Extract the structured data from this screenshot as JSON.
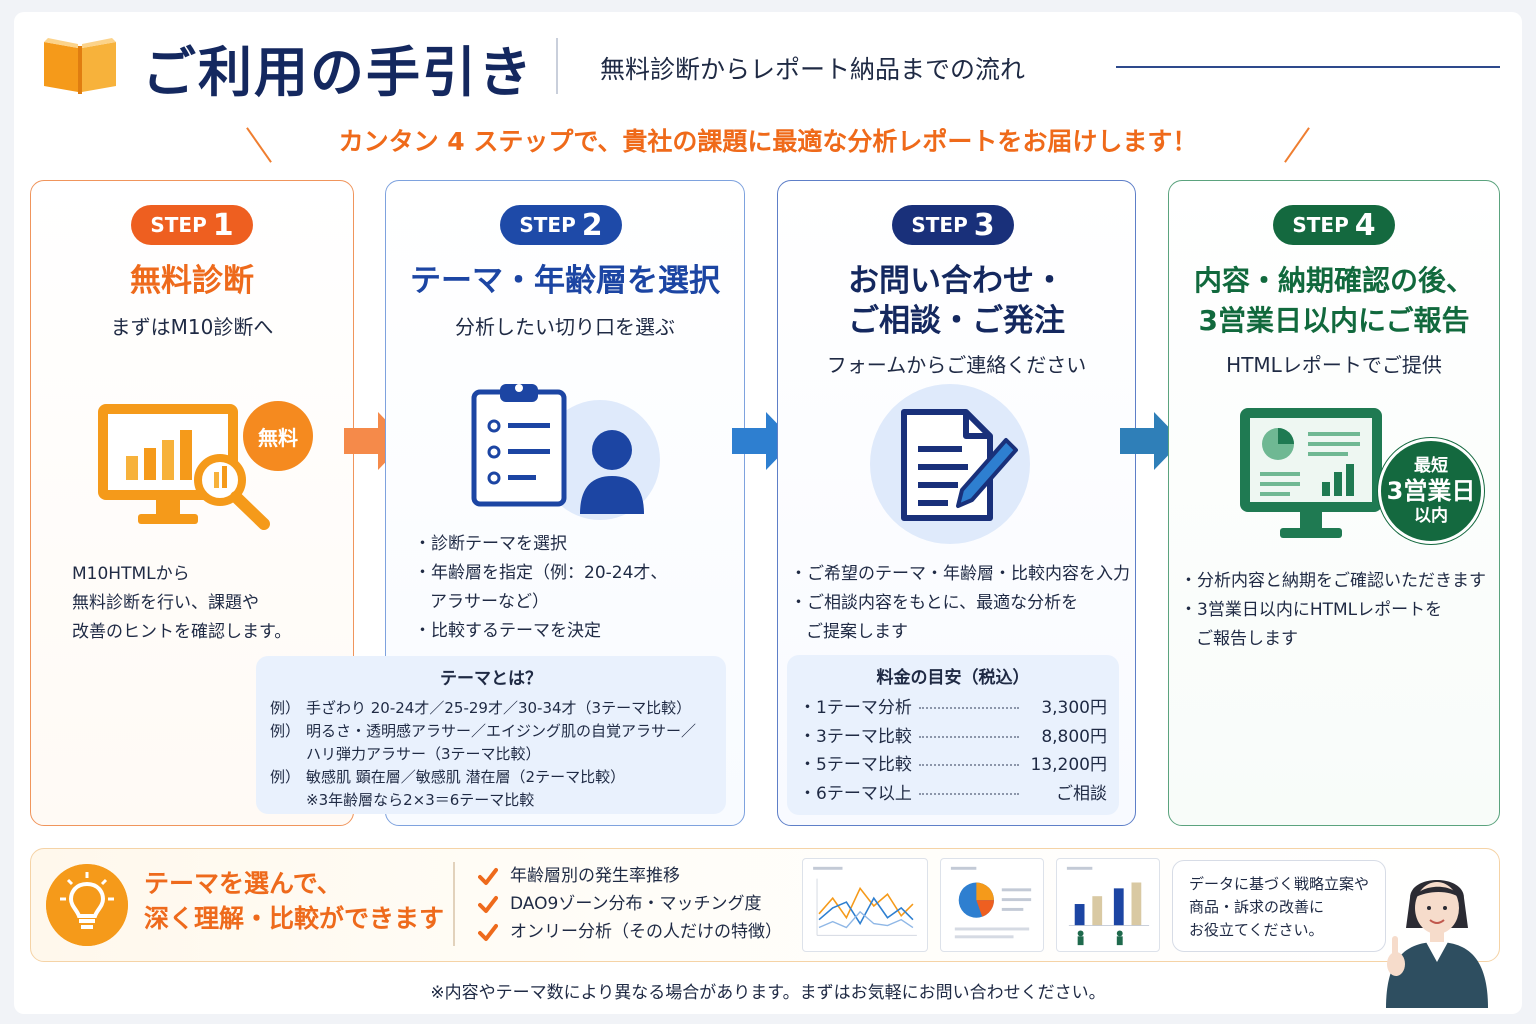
{
  "header": {
    "title": "ご利用の手引き",
    "subtitle": "無料診断からレポート納品までの流れ",
    "tagline": "カンタン 4 ステップで、貴社の課題に最適な分析レポートをお届けします！"
  },
  "steps": [
    {
      "badge_word": "STEP",
      "badge_num": "1",
      "heading": [
        "無料診断"
      ],
      "sub": "まずはM10診断へ",
      "badge_label": "無料",
      "note": [
        "M10HTMLから",
        "無料診断を行い、課題や",
        "改善のヒントを確認します。"
      ]
    },
    {
      "badge_word": "STEP",
      "badge_num": "2",
      "heading": [
        "テーマ・年齢層を選択"
      ],
      "sub": "分析したい切り口を選ぶ",
      "bullets": [
        "・診断テーマを選択",
        "・年齢層を指定（例：20-24才、",
        "アラサーなど）",
        "・比較するテーマを決定"
      ],
      "theme_box": {
        "title": "テーマとは？",
        "rows": [
          {
            "prefix": "例）",
            "text": "手ざわり 20-24才／25-29才／30-34才（3テーマ比較）"
          },
          {
            "prefix": "例）",
            "text": "明るさ・透明感アラサー／エイジング肌の自覚アラサー／"
          },
          {
            "prefix": "",
            "text": "ハリ弾力アラサー（3テーマ比較）"
          },
          {
            "prefix": "例）",
            "text": "敏感肌 顕在層／敏感肌 潜在層（2テーマ比較）"
          },
          {
            "prefix": "",
            "text": "※3年齢層なら2×3＝6テーマ比較"
          }
        ]
      }
    },
    {
      "badge_word": "STEP",
      "badge_num": "3",
      "heading": [
        "お問い合わせ・",
        "ご相談・ご発注"
      ],
      "sub": "フォームからご連絡ください",
      "bullets": [
        "・ご希望のテーマ・年齢層・比較内容を入力",
        "・ご相談内容をもとに、最適な分析を",
        "ご提案します"
      ],
      "price_box": {
        "title": "料金の目安（税込）",
        "rows": [
          {
            "name": "・1テーマ分析",
            "price": "3,300円"
          },
          {
            "name": "・3テーマ比較",
            "price": "8,800円"
          },
          {
            "name": "・5テーマ比較",
            "price": "13,200円"
          },
          {
            "name": "・6テーマ以上",
            "price": "ご相談"
          }
        ]
      }
    },
    {
      "badge_word": "STEP",
      "badge_num": "4",
      "heading": [
        "内容・納期確認の後、",
        "3営業日以内にご報告"
      ],
      "sub": "HTMLレポートでご提供",
      "circle": {
        "line1": "最短",
        "line2": "3営業日",
        "line3": "以内"
      },
      "bullets": [
        "・分析内容と納期をご確認いただきます",
        "・3営業日以内にHTMLレポートを",
        "ご報告します"
      ]
    }
  ],
  "bottom": {
    "title": [
      "テーマを選んで、",
      "深く理解・比較ができます"
    ],
    "checks": [
      "年齢層別の発生率推移",
      "DAO9ゾーン分布・マッチング度",
      "オンリー分析（その人だけの特徴）"
    ],
    "speech": [
      "データに基づく戦略立案や",
      "商品・訴求の改善に",
      "お役立てください。"
    ]
  },
  "footer": "※内容やテーマ数により異なる場合があります。まずはお気軽にお問い合わせください。",
  "colors": {
    "orange": "#ee6a1c",
    "blue": "#1c45a3",
    "navy": "#14285f",
    "green": "#11693d"
  }
}
